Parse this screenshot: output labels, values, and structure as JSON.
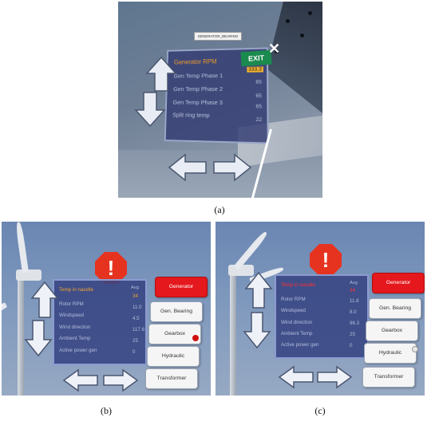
{
  "panel_a": {
    "tag": "GENERATOR_BEARING",
    "exit_label": "EXIT",
    "close_glyph": "✕",
    "title": "Generator RPM",
    "title_value": "333.3",
    "rows": [
      {
        "label": "Gen Temp Phase 1",
        "value": "65"
      },
      {
        "label": "Gen Temp Phase 2",
        "value": "65"
      },
      {
        "label": "Gen Temp Phase 3",
        "value": "65"
      },
      {
        "label": "Split ring temp",
        "value": "22"
      }
    ]
  },
  "panel_b": {
    "warning_glyph": "!",
    "header": "Temp in nacelle",
    "avg_label": "Avg",
    "header_value": "34",
    "rows": [
      {
        "label": "Rotor RPM",
        "value": "11.0"
      },
      {
        "label": "Windspeed",
        "value": "4.5"
      },
      {
        "label": "Wind direction",
        "value": "117.6"
      },
      {
        "label": "Ambient Temp",
        "value": "25"
      },
      {
        "label": "Active power gen",
        "value": "0"
      }
    ],
    "buttons": [
      "Generator",
      "Gen. Bearing",
      "Gearbox",
      "Hydraulic",
      "Transformer"
    ],
    "indicator_color": "#d01010"
  },
  "panel_c": {
    "warning_glyph": "!",
    "header": "Temp in nacelle",
    "avg_label": "Avg",
    "header_value": "34",
    "rows": [
      {
        "label": "Rotor RPM",
        "value": "11.8"
      },
      {
        "label": "Windspeed",
        "value": "8.0"
      },
      {
        "label": "Wind direction",
        "value": "96.3"
      },
      {
        "label": "Ambient Temp",
        "value": "25"
      },
      {
        "label": "Active power gen",
        "value": "0"
      }
    ],
    "buttons": [
      "Generator",
      "Gen. Bearing",
      "Gearbox",
      "Hydraulic",
      "Transformer"
    ],
    "indicator_color": "#e8e8e8"
  },
  "captions": {
    "a": "(a)",
    "b": "(b)",
    "c": "(c)"
  },
  "colors": {
    "accent_red": "#e4181d",
    "hud_blue": "#374482",
    "orange": "#f2a12e"
  }
}
